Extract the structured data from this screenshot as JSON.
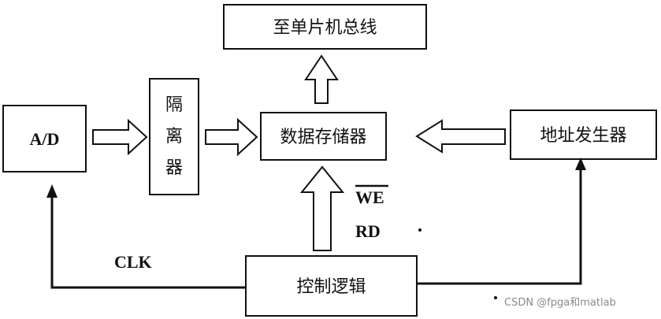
{
  "blocks": {
    "bus": "至单片机总线",
    "ad": "A/D",
    "isolator_chars": [
      "隔",
      "离",
      "器"
    ],
    "memory": "数据存储器",
    "address_gen": "地址发生器",
    "control": "控制逻辑"
  },
  "signals": {
    "we": "WE",
    "rd": "RD",
    "clk": "CLK"
  },
  "watermark": "CSDN @fpga和matlab",
  "colors": {
    "line": "#111111",
    "background": "#ffffff",
    "watermark": "#8a8a8a"
  }
}
